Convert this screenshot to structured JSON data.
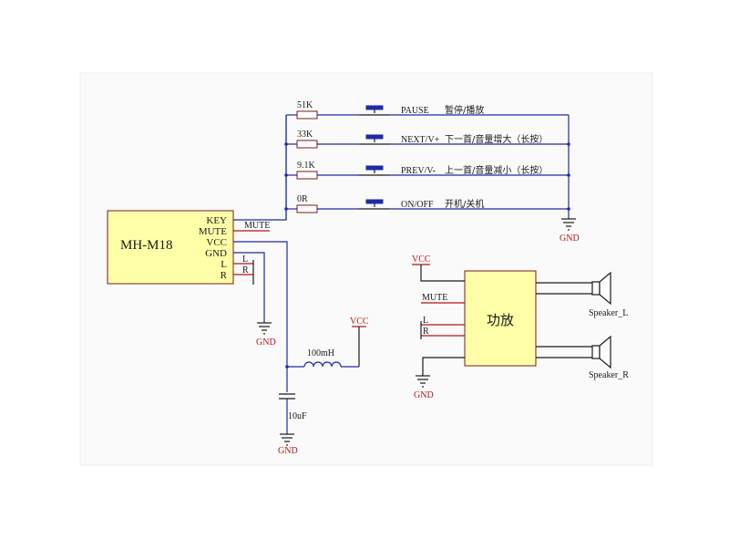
{
  "module": {
    "name": "MH-M18",
    "pins": [
      "KEY",
      "MUTE",
      "VCC",
      "GND",
      "L",
      "R"
    ]
  },
  "net_labels": {
    "mute": "MUTE",
    "l": "L",
    "r": "R"
  },
  "buttons": [
    {
      "resistor": "51K",
      "label": "PAUSE",
      "desc": "暂停/播放"
    },
    {
      "resistor": "33K",
      "label": "NEXT/V+",
      "desc": "下一首/音量增大（长按）"
    },
    {
      "resistor": "9.1K",
      "label": "PREV/V-",
      "desc": "上一首/音量减小（长按）"
    },
    {
      "resistor": "0R",
      "label": "ON/OFF",
      "desc": "开机/关机"
    }
  ],
  "power": {
    "gnd": "GND",
    "vcc": "VCC"
  },
  "filter": {
    "inductor": "100mH",
    "capacitor": "10uF"
  },
  "amplifier": {
    "name": "功放",
    "inputs": [
      "VCC",
      "MUTE",
      "L",
      "R",
      "GND"
    ],
    "speakers": [
      "Speaker_L",
      "Speaker_R"
    ]
  },
  "colors": {
    "wire": "#1e2aa8",
    "net": "#b01818",
    "chip_fill": "#ffffa8"
  }
}
